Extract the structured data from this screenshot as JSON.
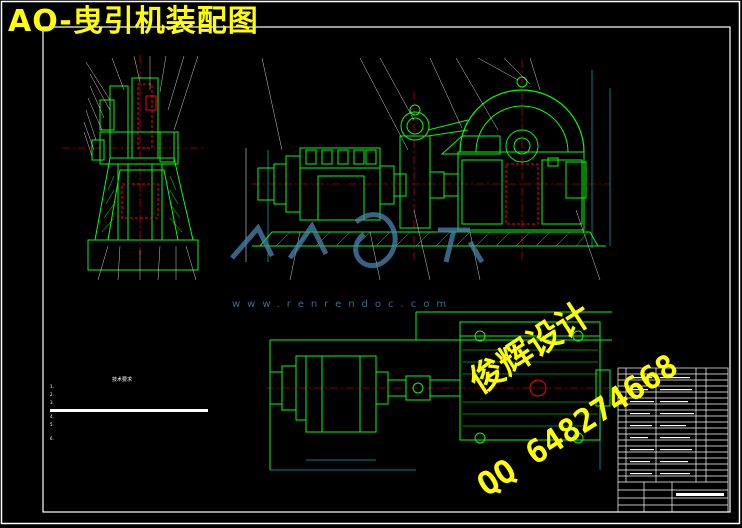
{
  "drawing": {
    "title": "AO-曳引机装配图",
    "watermark_site": "www.renrendoc.com",
    "watermark_design": "俊辉设计",
    "watermark_qq": "QQ 648274668",
    "notes_title": "技术要求",
    "notes": [
      "1.",
      "2.",
      "3.",
      "4.",
      "5.",
      "6."
    ],
    "colors": {
      "background": "#000000",
      "line": "#00ff00",
      "frame": "#ffffff",
      "title": "#ffff00",
      "hidden": "#ff0000",
      "leader": "#00ffff",
      "watermark_logo": "#4a86b0"
    }
  }
}
